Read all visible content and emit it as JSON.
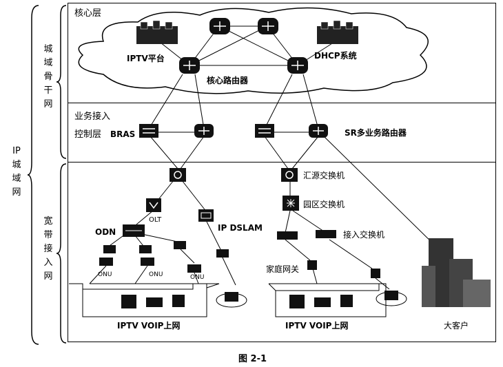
{
  "outer_label": "IP城域网",
  "outer_label_chars": [
    "IP",
    "城",
    "域",
    "网"
  ],
  "backbone_label": "城域骨干网",
  "backbone_label_chars": [
    "城",
    "域",
    "骨",
    "干",
    "网"
  ],
  "access_label": "宽带接入网",
  "access_label_chars": [
    "宽",
    "带",
    "接",
    "入",
    "网"
  ],
  "layers": {
    "core": "核心层",
    "service_line1": "业务接入",
    "service_line2": "控制层"
  },
  "nodes": {
    "iptv_platform": "IPTV平台",
    "dhcp": "DHCP系统",
    "core_router": "核心路由器",
    "bras": "BRAS",
    "sr": "SR多业务路由器",
    "aggregation_switch": "汇源交换机",
    "campus_switch": "园区交换机",
    "access_switch": "接入交换机",
    "olt": "OLT",
    "odn": "ODN",
    "ip_dslam": "IP DSLAM",
    "onu1": "ONU",
    "onu2": "ONU",
    "onu3": "ONU",
    "home_gateway": "家庭网关",
    "enterprise": "大客户",
    "left_users": "IPTV VOIP上网",
    "right_users": "IPTV VOIP上网"
  },
  "caption": "图 2-1"
}
